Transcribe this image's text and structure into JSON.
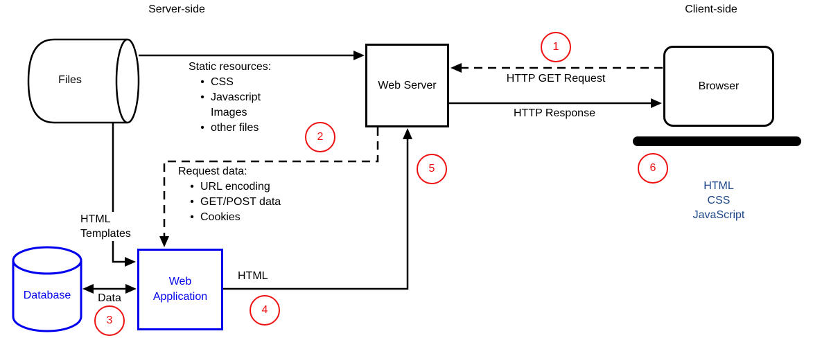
{
  "diagram": {
    "server_side_label": "Server-side",
    "client_side_label": "Client-side",
    "nodes": {
      "files": {
        "label": "Files"
      },
      "web_server": {
        "label": "Web Server"
      },
      "browser": {
        "label": "Browser"
      },
      "database": {
        "label": "Database"
      },
      "web_application": {
        "line1": "Web",
        "line2": "Application"
      }
    },
    "edges": {
      "static_resources": {
        "title": "Static resources:",
        "items": [
          "CSS",
          "Javascript",
          "Images",
          "other files"
        ]
      },
      "request_data": {
        "title": "Request data:",
        "items": [
          "URL encoding",
          "GET/POST data",
          "Cookies"
        ]
      },
      "http_get_request": {
        "label": "HTTP GET Request"
      },
      "http_response": {
        "label": "HTTP Response"
      },
      "html_templates": {
        "line1": "HTML",
        "line2": "Templates"
      },
      "data": {
        "label": "Data"
      },
      "html": {
        "label": "HTML"
      }
    },
    "client_stack": {
      "lines": [
        "HTML",
        "CSS",
        "JavaScript"
      ]
    },
    "steps": {
      "s1": "1",
      "s2": "2",
      "s3": "3",
      "s4": "4",
      "s5": "5",
      "s6": "6"
    },
    "colors": {
      "line_black": "#000000",
      "node_accent_blue": "#0000ee",
      "step_marker_red": "#ee1111",
      "client_stack_navy": "#1c4587"
    }
  }
}
